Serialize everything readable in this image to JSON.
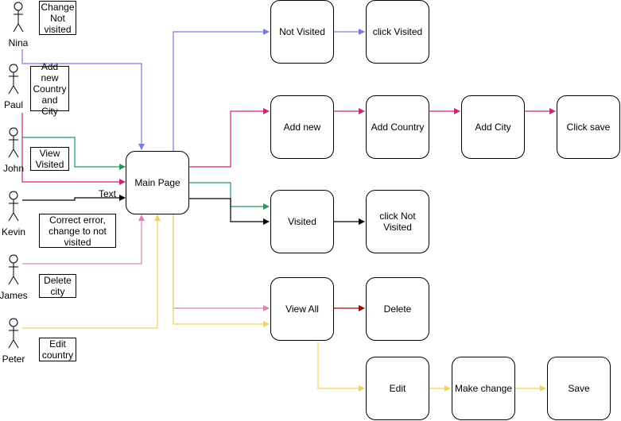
{
  "colors": {
    "blue": "#7a7ae6",
    "magenta": "#d6217b",
    "green": "#1f9a5c",
    "black": "#000000",
    "pink": "#e37fb6",
    "yellow": "#f2d15a",
    "red": "#b30000"
  },
  "actors": [
    {
      "id": "nina",
      "label": "Nina"
    },
    {
      "id": "paul",
      "label": "Paul"
    },
    {
      "id": "john",
      "label": "John"
    },
    {
      "id": "kevin",
      "label": "Kevin"
    },
    {
      "id": "james",
      "label": "James"
    },
    {
      "id": "peter",
      "label": "Peter"
    }
  ],
  "notes": [
    {
      "id": "nina",
      "text": "Change Not visited"
    },
    {
      "id": "paul",
      "text": "Add new Country and City"
    },
    {
      "id": "john",
      "text": "View Visited"
    },
    {
      "id": "kevin",
      "text": "Correct error, change to not visited"
    },
    {
      "id": "james",
      "text": "Delete city"
    },
    {
      "id": "peter",
      "text": "Edit country"
    }
  ],
  "boxes": {
    "main": "Main Page",
    "not_visited": "Not Visited",
    "click_visited": "click Visited",
    "add_new": "Add new",
    "add_country": "Add Country",
    "add_city": "Add City",
    "click_save": "Click save",
    "visited": "Visited",
    "click_not_visited": "click Not Visited",
    "view_all": "View All",
    "delete": "Delete",
    "edit": "Edit",
    "make_change": "Make change",
    "save": "Save"
  },
  "edge_text": "Text"
}
